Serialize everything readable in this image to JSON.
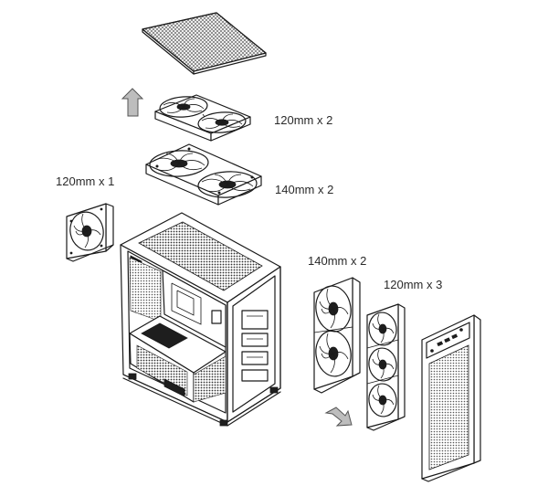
{
  "labels": {
    "top_120": "120mm x 2",
    "top_140": "140mm x 2",
    "rear_120": "120mm x 1",
    "front_140": "140mm x 2",
    "front_120": "120mm x 3"
  },
  "colors": {
    "line": "#1a1a1a",
    "arrow_fill": "#bdbdbd",
    "mesh": "#7a7a7a"
  }
}
